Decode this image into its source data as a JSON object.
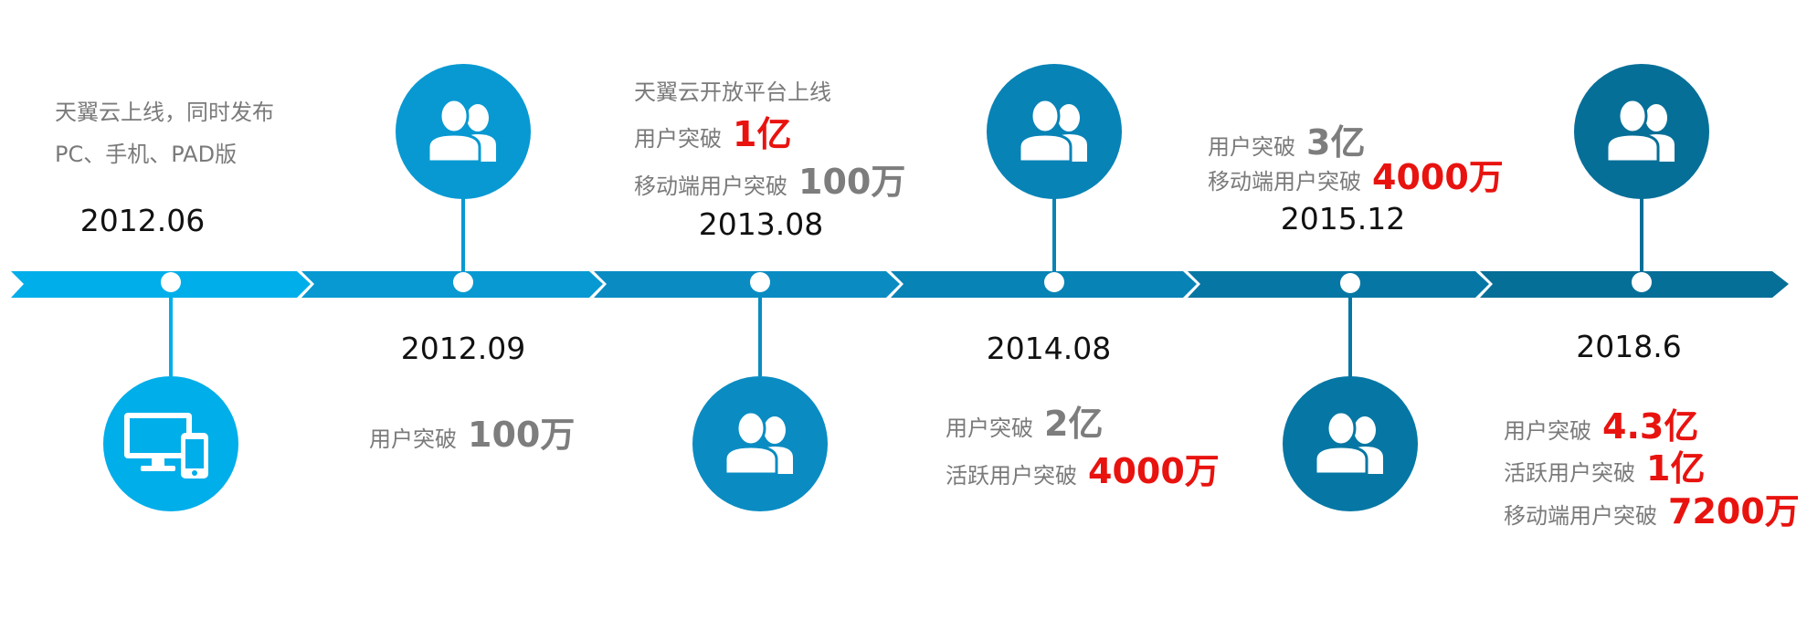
{
  "colors": {
    "seg1": "#00aeea",
    "seg2": "#0899d2",
    "seg3": "#0a8cc3",
    "seg4": "#0883b6",
    "seg5": "#0677a4",
    "seg6": "#066f98",
    "red": "#e8130f",
    "grey": "#7d7d7d"
  },
  "events": {
    "e1": {
      "date": "2012.06",
      "lines": [
        "天翼云上线，同时发布",
        "PC、手机、PAD版"
      ],
      "icon": "devices-icon"
    },
    "e2": {
      "date": "2012.09",
      "stat1": {
        "label": "用户突破",
        "value": "100万"
      },
      "icon": "users-icon"
    },
    "e3": {
      "date": "2013.08",
      "headline": "天翼云开放平台上线",
      "stat1": {
        "label": "用户突破",
        "value": "1亿"
      },
      "stat2": {
        "label": "移动端用户突破",
        "value": "100万"
      },
      "icon": "users-icon"
    },
    "e4": {
      "date": "2014.08",
      "stat1": {
        "label": "用户突破",
        "value": "2亿"
      },
      "stat2": {
        "label": "活跃用户突破",
        "value": "4000万"
      },
      "icon": "users-icon"
    },
    "e5": {
      "date": "2015.12",
      "stat1": {
        "label": "用户突破",
        "value": "3亿"
      },
      "stat2": {
        "label": "移动端用户突破",
        "value": "4000万"
      },
      "icon": "users-icon"
    },
    "e6": {
      "date": "2018.6",
      "stat1": {
        "label": "用户突破",
        "value": "4.3亿"
      },
      "stat2": {
        "label": "活跃用户突破",
        "value": "1亿"
      },
      "stat3": {
        "label": "移动端用户突破",
        "value": "7200万"
      },
      "icon": "users-icon"
    }
  }
}
